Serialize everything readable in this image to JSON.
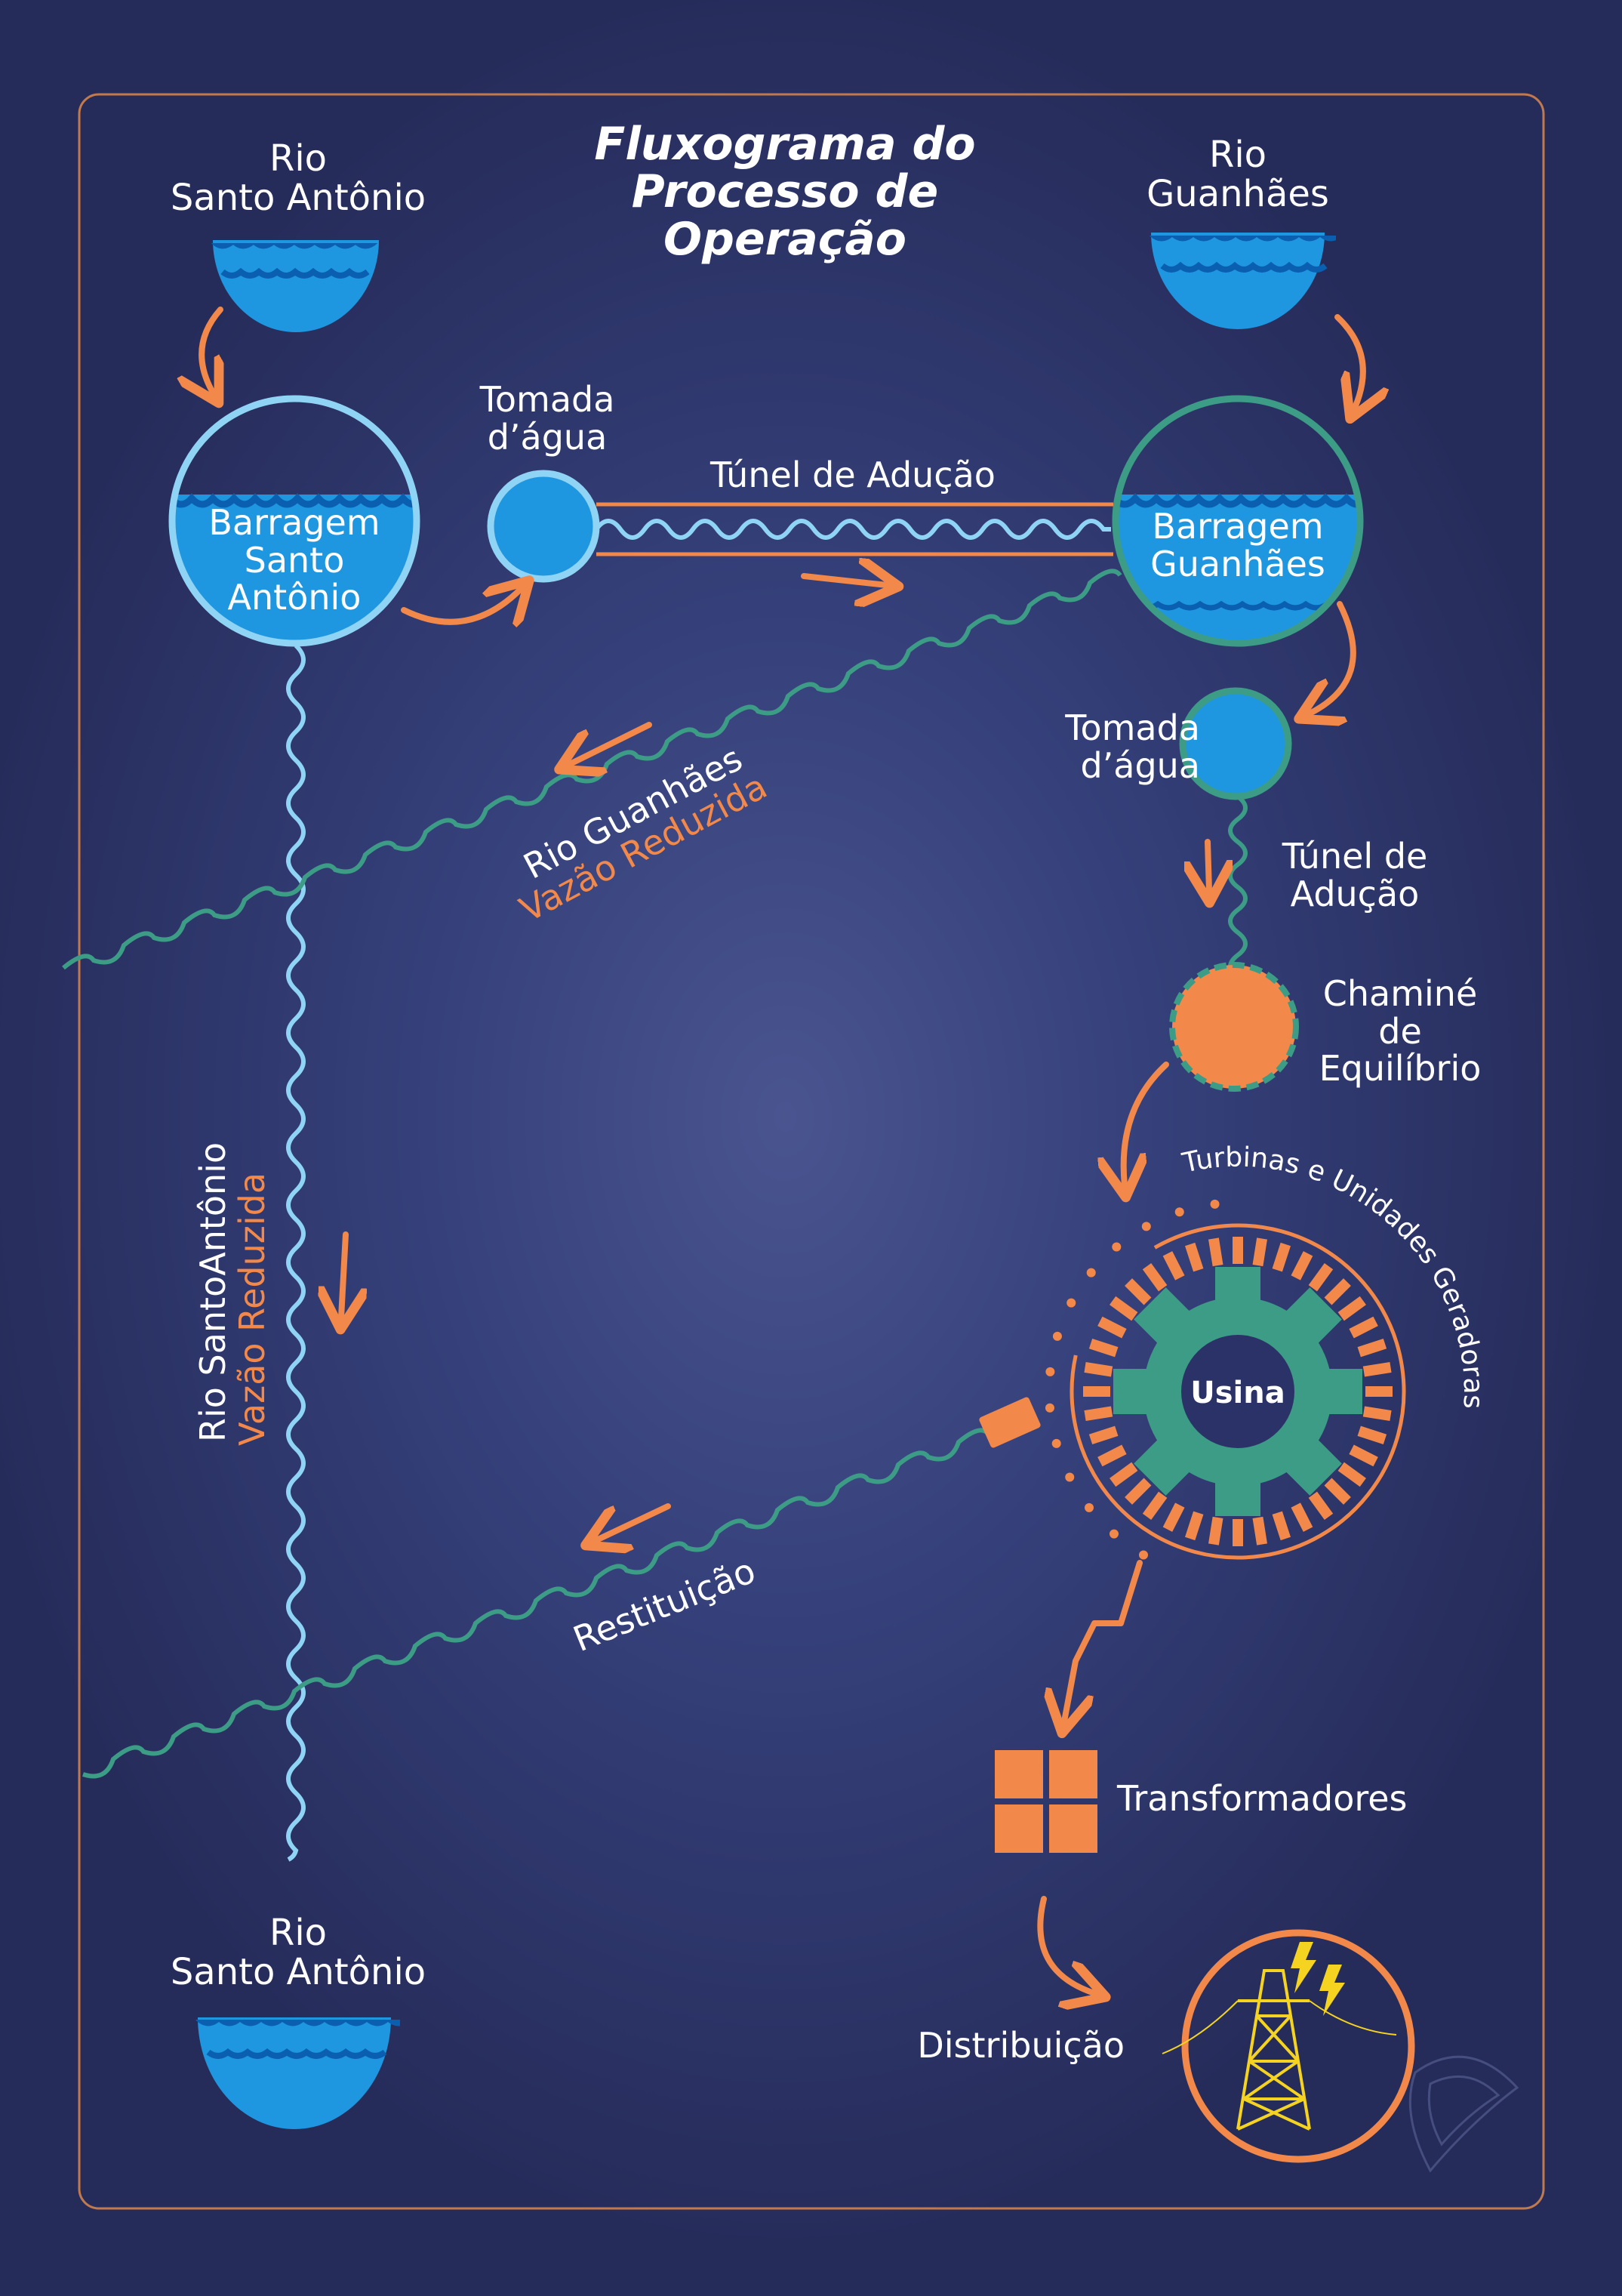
{
  "title": {
    "line1": "Fluxograma do",
    "line2": "Processo de",
    "line3": "Operação"
  },
  "sources": {
    "rio_santo_antonio_top": {
      "line1": "Rio",
      "line2": "Santo Antônio"
    },
    "rio_guanhaes_top": {
      "line1": "Rio",
      "line2": "Guanhães"
    },
    "rio_santo_antonio_bottom": {
      "line1": "Rio",
      "line2": "Santo Antônio"
    }
  },
  "nodes": {
    "barragem_santo_antonio": {
      "line1": "Barragem",
      "line2": "Santo",
      "line3": "Antônio"
    },
    "barragem_guanhaes": {
      "line1": "Barragem",
      "line2": "Guanhães"
    },
    "tomada_agua_1": {
      "line1": "Tomada",
      "line2": "d’água"
    },
    "tomada_agua_2": {
      "line1": "Tomada",
      "line2": "d’água"
    },
    "tunel_aducao_1": "Túnel de Adução",
    "tunel_aducao_2": {
      "line1": "Túnel de",
      "line2": "Adução"
    },
    "chamine": {
      "line1": "Chaminé",
      "line2": "de",
      "line3": "Equilíbrio"
    },
    "usina": "Usina",
    "turbinas": "Turbinas e Unidades Geradoras",
    "transformadores": "Transformadores",
    "distribuicao": "Distribuição"
  },
  "flows": {
    "rio_guanhaes_reduzida": {
      "name": "Rio Guanhães",
      "status": "Vazão Reduzida"
    },
    "rio_santo_antonio_reduzida": {
      "name": "Rio SantoAntônio",
      "status": "Vazão Reduzida"
    },
    "restituicao": "Restituição"
  },
  "colors": {
    "background": "#2b3267",
    "accent_orange": "#f2894a",
    "water_blue": "#1f97e0",
    "light_blue": "#8fd4f5",
    "teal": "#3c9c86",
    "border": "#c07a4e",
    "lightning_yellow": "#f5d321"
  },
  "icons": [
    "water-bowl-icon",
    "gear-icon",
    "transformer-icon",
    "transmission-tower-icon",
    "lightning-icon"
  ]
}
